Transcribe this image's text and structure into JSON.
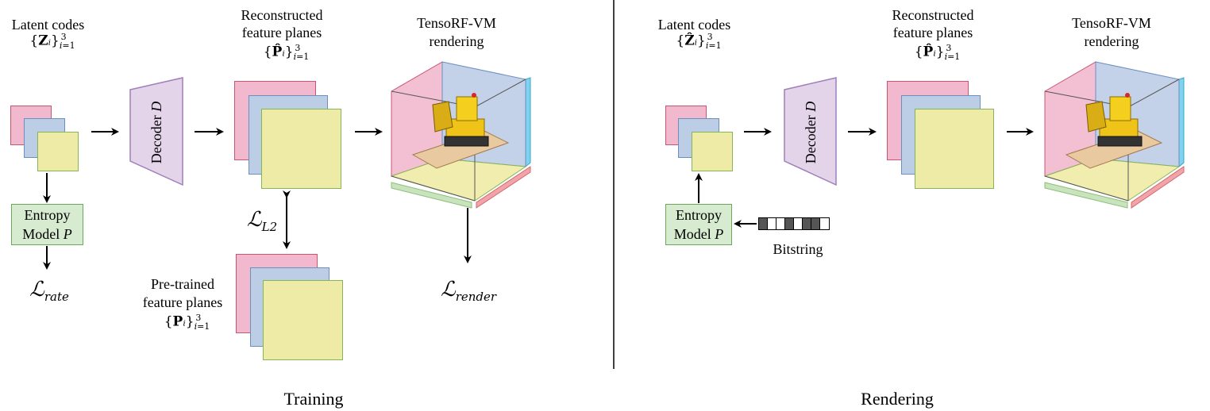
{
  "training": {
    "latent_codes_label": "Latent codes",
    "latent_codes_symbol": "{Z_i}_{i=1}^3",
    "decoder_label": "Decoder D",
    "reconstructed_label_line1": "Reconstructed",
    "reconstructed_label_line2": "feature planes",
    "reconstructed_symbol": "{P̂_i}_{i=1}^3",
    "rendering_label_line1": "TensoRF-VM",
    "rendering_label_line2": "rendering",
    "entropy_line1": "Entropy",
    "entropy_line2": "Model P",
    "loss_rate": "rate",
    "loss_l2": "L2",
    "loss_render": "render",
    "pretrained_line1": "Pre-trained",
    "pretrained_line2": "feature planes",
    "pretrained_symbol": "{P_i}_{i=1}^3",
    "caption": "Training"
  },
  "rendering": {
    "latent_codes_label": "Latent codes",
    "latent_codes_symbol": "{Ẑ_i}_{i=1}^3",
    "decoder_label": "Decoder D",
    "reconstructed_label_line1": "Reconstructed",
    "reconstructed_label_line2": "feature planes",
    "reconstructed_symbol": "{P̂_i}_{i=1}^3",
    "rendering_label_line1": "TensoRF-VM",
    "rendering_label_line2": "rendering",
    "entropy_line1": "Entropy",
    "entropy_line2": "Model P",
    "bitstring_label": "Bitstring",
    "bitstring_bits": [
      1,
      0,
      0,
      1,
      0,
      1,
      1,
      0
    ],
    "caption": "Rendering"
  },
  "colors": {
    "pink": "#f2b8cd",
    "blue": "#bccde6",
    "yellow": "#eeeba6",
    "entropy_green": "#d6ebcf",
    "decoder_purple": "#e3d4ea"
  }
}
